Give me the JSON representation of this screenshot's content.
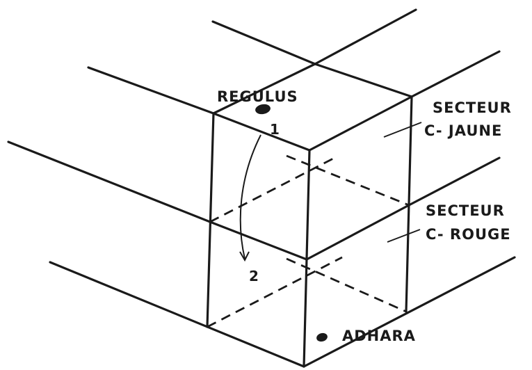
{
  "diagram": {
    "colors": {
      "ink": "#1a1a1a",
      "background": "#ffffff"
    },
    "labels": {
      "regulus": "REGULUS",
      "adhara": "ADHARA",
      "step_1": "1",
      "step_2": "2",
      "sector_jaune_line1": "SECTEUR",
      "sector_jaune_line2": "C- JAUNE",
      "sector_rouge_line1": "SECTEUR",
      "sector_rouge_line2": "C- ROUGE"
    }
  }
}
